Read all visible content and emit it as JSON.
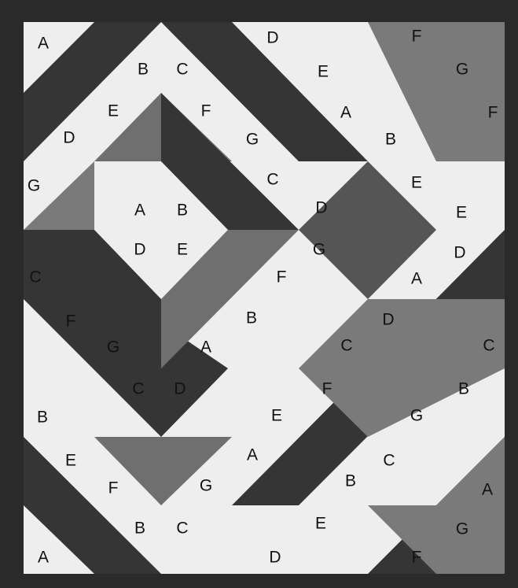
{
  "palette": {
    "border": "#2a2a2a",
    "dark": "#353535",
    "medium": "#6f6f6f",
    "light": "#eeeeee",
    "black": "#111111"
  },
  "labels": [
    {
      "id": "r1c1",
      "text": "A"
    },
    {
      "id": "r1c2",
      "text": "B"
    },
    {
      "id": "r1c3",
      "text": "C"
    },
    {
      "id": "r1c4",
      "text": "D"
    },
    {
      "id": "r1c5",
      "text": "E"
    },
    {
      "id": "r1c6",
      "text": "F"
    },
    {
      "id": "r1c7",
      "text": "G"
    },
    {
      "id": "r2c1",
      "text": "E"
    },
    {
      "id": "r2c2",
      "text": "F"
    },
    {
      "id": "r2c3",
      "text": "A"
    },
    {
      "id": "r2c4",
      "text": "F"
    },
    {
      "id": "r2c5",
      "text": "D"
    },
    {
      "id": "r2c6",
      "text": "G"
    },
    {
      "id": "r2c7",
      "text": "B"
    },
    {
      "id": "r3c1",
      "text": "G"
    },
    {
      "id": "r3c2",
      "text": "C"
    },
    {
      "id": "r3c3",
      "text": "E"
    },
    {
      "id": "r3c4",
      "text": "A"
    },
    {
      "id": "r3c5",
      "text": "B"
    },
    {
      "id": "r3c6",
      "text": "D"
    },
    {
      "id": "r3c7",
      "text": "E"
    },
    {
      "id": "r4c1",
      "text": "D"
    },
    {
      "id": "r4c2",
      "text": "E"
    },
    {
      "id": "r4c3",
      "text": "G"
    },
    {
      "id": "r4c4",
      "text": "D"
    },
    {
      "id": "r4c5",
      "text": "C"
    },
    {
      "id": "r4c6",
      "text": "F"
    },
    {
      "id": "r4c7",
      "text": "A"
    },
    {
      "id": "r5c1",
      "text": "F"
    },
    {
      "id": "r5c2",
      "text": "B"
    },
    {
      "id": "r5c3",
      "text": "D"
    },
    {
      "id": "r5c4",
      "text": "G"
    },
    {
      "id": "r5c5",
      "text": "A"
    },
    {
      "id": "r5c6",
      "text": "C"
    },
    {
      "id": "r5c7",
      "text": "C"
    },
    {
      "id": "r6c1",
      "text": "C"
    },
    {
      "id": "r6c2",
      "text": "D"
    },
    {
      "id": "r6c3",
      "text": "F"
    },
    {
      "id": "r6c4",
      "text": "E"
    },
    {
      "id": "r6c5",
      "text": "G"
    },
    {
      "id": "r6c6",
      "text": "B"
    },
    {
      "id": "r6c7",
      "text": "B"
    },
    {
      "id": "r7c1",
      "text": "E"
    },
    {
      "id": "r7c2",
      "text": "F"
    },
    {
      "id": "r7c3",
      "text": "G"
    },
    {
      "id": "r7c4",
      "text": "A"
    },
    {
      "id": "r7c5",
      "text": "B"
    },
    {
      "id": "r7c6",
      "text": "C"
    },
    {
      "id": "r7c7",
      "text": "A"
    },
    {
      "id": "r8c1",
      "text": "A"
    },
    {
      "id": "r8c2",
      "text": "B"
    },
    {
      "id": "r8c3",
      "text": "C"
    },
    {
      "id": "r8c4",
      "text": "D"
    },
    {
      "id": "r8c5",
      "text": "E"
    },
    {
      "id": "r8c6",
      "text": "F"
    },
    {
      "id": "r8c7",
      "text": "G"
    }
  ]
}
